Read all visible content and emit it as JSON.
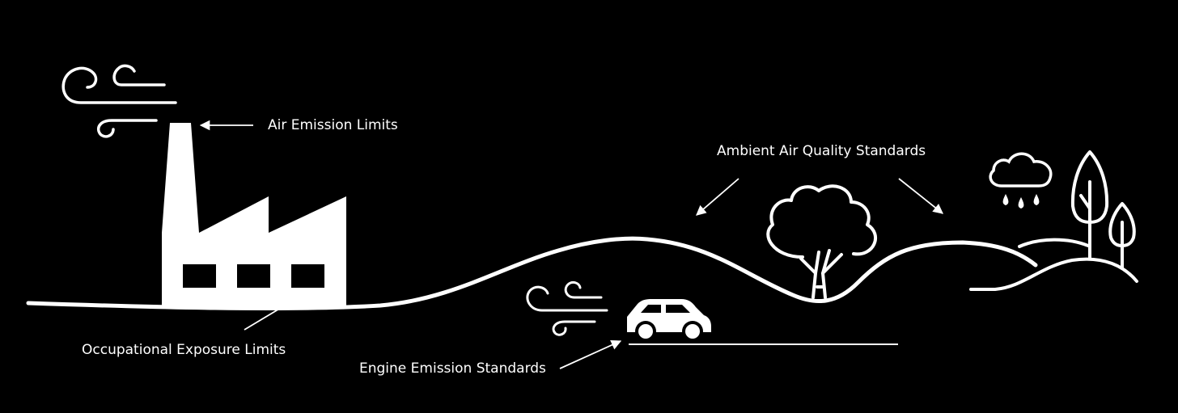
{
  "labels": {
    "air_emission": "Air Emission Limits",
    "ambient_air": "Ambient Air Quality Standards",
    "occupational": "Occupational Exposure Limits",
    "engine_emission": "Engine Emission Standards"
  },
  "colors": {
    "background": "#000000",
    "foreground": "#ffffff"
  },
  "icons": [
    "wind-icon",
    "factory-icon",
    "car-icon",
    "tree-icon",
    "rain-cloud-icon",
    "poplar-tree-icon",
    "small-tree-icon",
    "hills-icon",
    "ground-line"
  ]
}
